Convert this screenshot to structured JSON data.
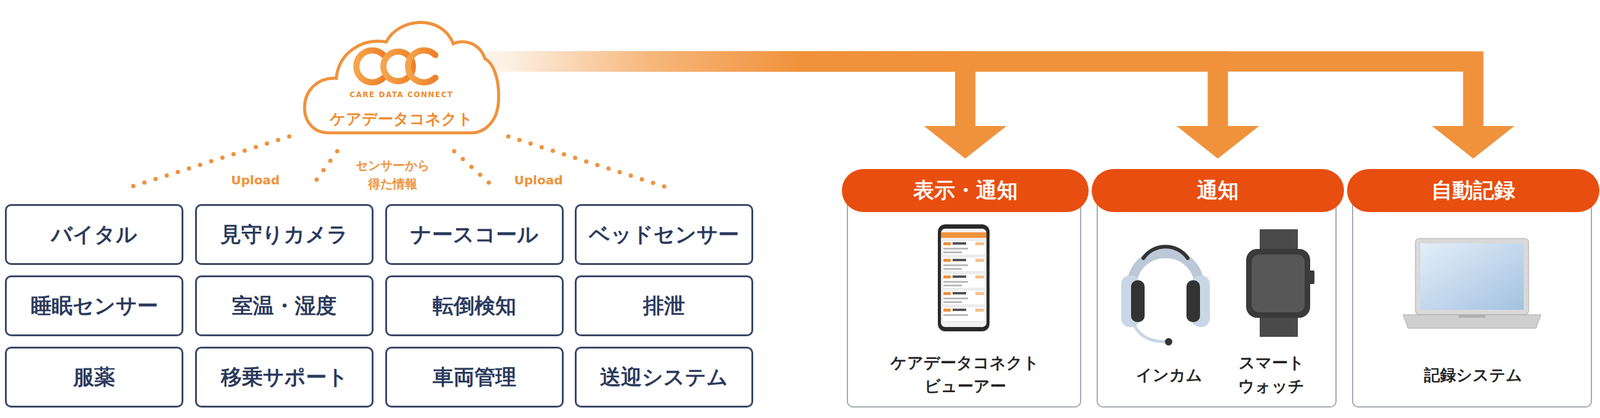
{
  "diagram": {
    "nodes": [
      {
        "text": [
          "CARE DATA CONNECT",
          "ケアデータコネクト"
        ]
      },
      {
        "text": [
          "バイタル"
        ]
      },
      {
        "text": [
          "見守りカメラ"
        ]
      },
      {
        "text": [
          "ナースコール"
        ]
      },
      {
        "text": [
          "ベッドセンサー"
        ]
      },
      {
        "text": [
          "睡眠センサー"
        ]
      },
      {
        "text": [
          "室温・湿度"
        ]
      },
      {
        "text": [
          "転倒検知"
        ]
      },
      {
        "text": [
          "排泄"
        ]
      },
      {
        "text": [
          "服薬"
        ]
      },
      {
        "text": [
          "移乗サポート"
        ]
      },
      {
        "text": [
          "車両管理"
        ]
      },
      {
        "text": [
          "送迎システム"
        ]
      },
      {
        "text": [
          "ケアデータコネクト ビューアー"
        ]
      },
      {
        "text": [
          "表示・通知"
        ],
        "in": 13
      },
      {
        "text": [
          "インカム",
          "スマート ウォッチ"
        ]
      },
      {
        "text": [
          "通知"
        ],
        "in": 15
      },
      {
        "text": [
          "記録システム"
        ]
      },
      {
        "text": [
          "自動記録"
        ],
        "in": 17
      }
    ],
    "edges": [
      {
        "from": 0,
        "to": 13,
        "arrow": "to"
      },
      {
        "from": 0,
        "to": 15,
        "arrow": "to"
      },
      {
        "from": 0,
        "to": 17,
        "arrow": "to"
      }
    ],
    "labels": [
      "Upload",
      "センサーから 得た情報",
      "Upload"
    ]
  }
}
